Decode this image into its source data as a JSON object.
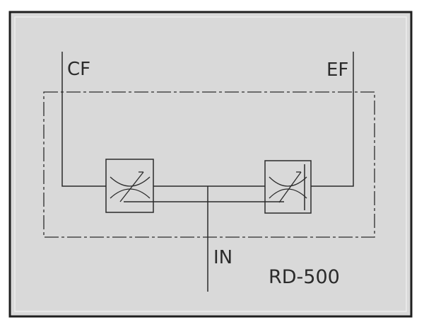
{
  "diagram": {
    "labels": {
      "cf": "CF",
      "ef": "EF",
      "in": "IN",
      "model": "RD-500"
    },
    "colors": {
      "background": "#d9d9d9",
      "border": "#1f1f1f",
      "line": "#2b2b2b"
    }
  }
}
